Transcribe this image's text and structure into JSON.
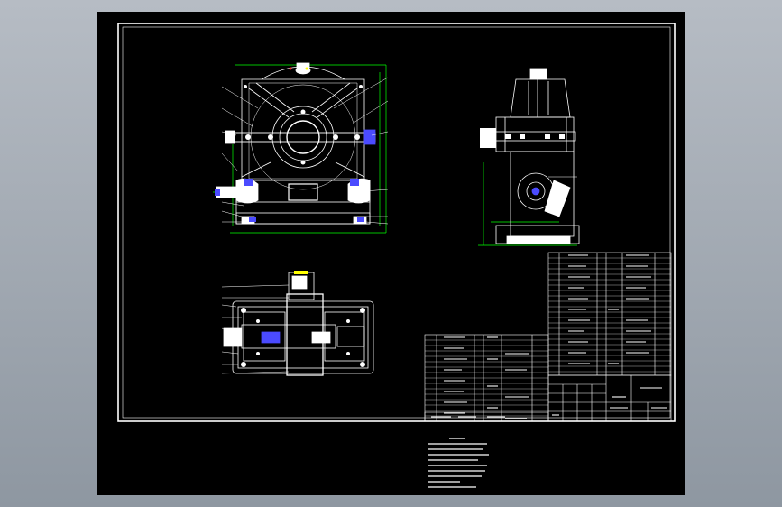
{
  "colors": {
    "viewport_bg": "#7f8994",
    "canvas_bg": "#000000",
    "frame_line": "#ffffff",
    "dimension_line": "#00ff00",
    "highlight_part": "#4b4bff",
    "accent_red": "#ff2a2a",
    "accent_yellow": "#ffff00"
  },
  "views": {
    "front": "front-view",
    "side": "side-view",
    "top": "top-view"
  },
  "title_block": {
    "drawing_no": "",
    "scale": ""
  },
  "notes": {
    "heading": ""
  }
}
